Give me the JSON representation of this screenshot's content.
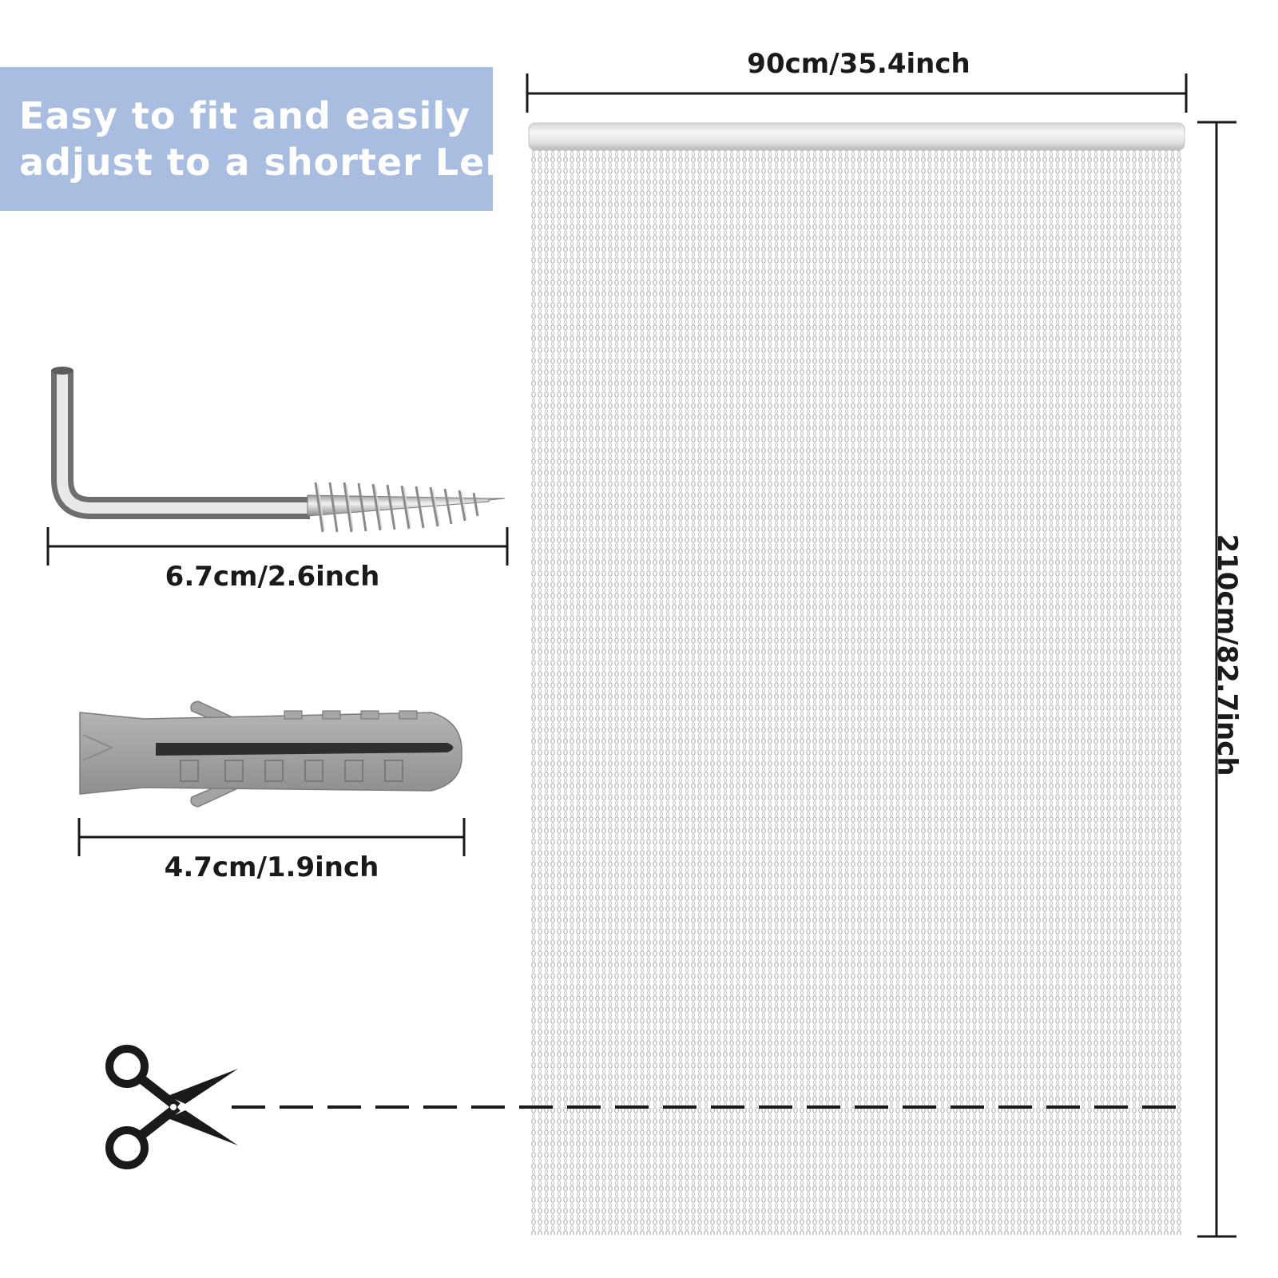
{
  "banner": {
    "line1": "Easy to fit and easily",
    "line2": "adjust to a shorter Length",
    "color": "#a9bde0"
  },
  "dimensions": {
    "curtain_width": "90cm/35.4inch",
    "curtain_height": "210cm/82.7inch",
    "hook_length": "6.7cm/2.6inch",
    "anchor_length": "4.7cm/1.9inch"
  },
  "icons": {
    "cut": "scissors-icon"
  }
}
